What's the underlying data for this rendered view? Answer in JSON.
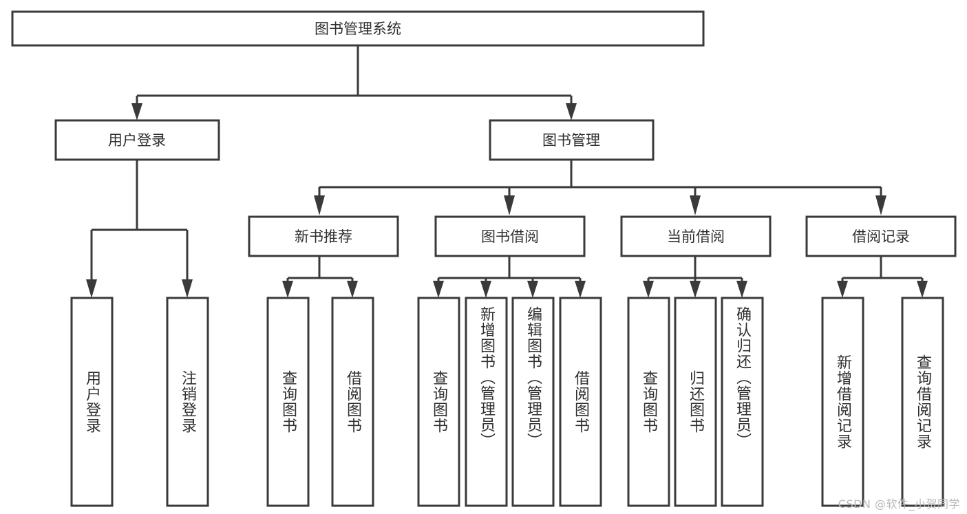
{
  "diagram": {
    "type": "tree-hierarchy",
    "title": "图书管理系统",
    "watermark": "CSDN @软件_小贺同学",
    "colors": {
      "background": "#ffffff",
      "stroke": "#3a3a3a",
      "text": "#2f2f2f",
      "watermark": "#b9b9b9"
    },
    "levels": {
      "root": {
        "label": "图书管理系统"
      },
      "level2": [
        {
          "id": "user-login",
          "label": "用户登录"
        },
        {
          "id": "book-management",
          "label": "图书管理"
        }
      ],
      "level3": [
        {
          "id": "new-book-recommend",
          "label": "新书推荐",
          "parent": "book-management"
        },
        {
          "id": "book-borrow",
          "label": "图书借阅",
          "parent": "book-management"
        },
        {
          "id": "current-borrow",
          "label": "当前借阅",
          "parent": "book-management"
        },
        {
          "id": "borrow-record",
          "label": "借阅记录",
          "parent": "book-management"
        }
      ],
      "leaves": [
        {
          "id": "leaf-user-login",
          "label": "用户登录",
          "parent": "user-login"
        },
        {
          "id": "leaf-logout-login",
          "label": "注销登录",
          "parent": "user-login"
        },
        {
          "id": "leaf-query-book-1",
          "label": "查询图书",
          "parent": "new-book-recommend"
        },
        {
          "id": "leaf-borrow-book-1",
          "label": "借阅图书",
          "parent": "new-book-recommend"
        },
        {
          "id": "leaf-query-book-2",
          "label": "查询图书",
          "parent": "book-borrow"
        },
        {
          "id": "leaf-add-book",
          "label": "新增图书（管理员）",
          "parent": "book-borrow"
        },
        {
          "id": "leaf-edit-book",
          "label": "编辑图书（管理员）",
          "parent": "book-borrow"
        },
        {
          "id": "leaf-borrow-book-2",
          "label": "借阅图书",
          "parent": "book-borrow"
        },
        {
          "id": "leaf-query-book-3",
          "label": "查询图书",
          "parent": "current-borrow"
        },
        {
          "id": "leaf-return-book",
          "label": "归还图书",
          "parent": "current-borrow"
        },
        {
          "id": "leaf-confirm-return",
          "label": "确认归还（管理员）",
          "parent": "current-borrow"
        },
        {
          "id": "leaf-add-record",
          "label": "新增借阅记录",
          "parent": "borrow-record"
        },
        {
          "id": "leaf-query-record",
          "label": "查询借阅记录",
          "parent": "borrow-record"
        }
      ]
    }
  }
}
